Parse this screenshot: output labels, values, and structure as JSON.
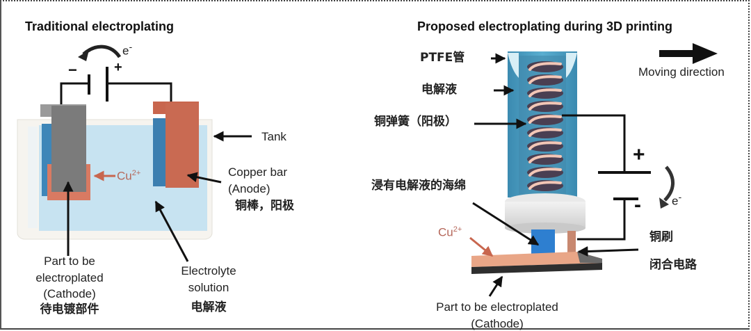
{
  "left_panel": {
    "title": "Traditional electroplating",
    "electron_label": "e",
    "electron_sup": "-",
    "minus_sign": "−",
    "plus_sign": "+",
    "ion_label": "Cu",
    "ion_sup": "2+",
    "tank_label": "Tank",
    "anode_label_line1": "Copper bar",
    "anode_label_line2": "(Anode)",
    "anode_label_cn": "铜棒，阳极",
    "cathode_label_line1": "Part to be",
    "cathode_label_line2": "electroplated",
    "cathode_label_line3": "(Cathode)",
    "cathode_label_cn": "待电镀部件",
    "electrolyte_label_line1": "Electrolyte",
    "electrolyte_label_line2": "solution",
    "electrolyte_label_cn": "电解液"
  },
  "right_panel": {
    "title": "Proposed electroplating during 3D printing",
    "ptfe_label": "PTFE管",
    "electrolyte_label": "电解液",
    "spring_label": "铜弹簧（阳极）",
    "sponge_label": "浸有电解液的海绵",
    "moving_label": "Moving direction",
    "plus_sign": "+",
    "minus_sign": "-",
    "electron_label": "e",
    "electron_sup": "-",
    "ion_label": "Cu",
    "ion_sup": "2+",
    "brush_label": "铜刷",
    "circuit_label": "闭合电路",
    "cathode_label_line1": "Part to be electroplated",
    "cathode_label_line2": "(Cathode)"
  },
  "colors": {
    "copper": "#c8664e",
    "copper_light": "#e8a68a",
    "electrolyte": "#bfe0ee",
    "blue_dark": "#3a7fb0",
    "gray_part": "#7a7a7a",
    "tube_blue": "#4a9cc0",
    "sponge_blue": "#2e7fd0",
    "ion_text": "#b5675a"
  }
}
